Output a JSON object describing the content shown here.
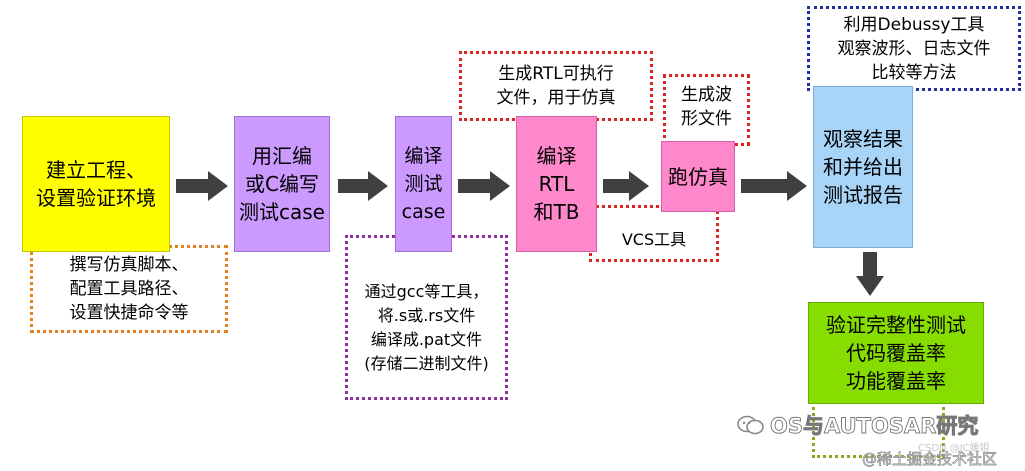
{
  "nodes": {
    "setup": {
      "lines": [
        "建立工程、",
        "设置验证环境"
      ],
      "color": "#ffff00"
    },
    "write_case": {
      "lines": [
        "用汇编",
        "或C编写",
        "测试case"
      ],
      "color": "#cc99ff"
    },
    "compile_case": {
      "lines": [
        "编译",
        "测试",
        "case"
      ],
      "color": "#cc99ff"
    },
    "compile_rtl": {
      "lines": [
        "编译",
        "RTL",
        "和TB"
      ],
      "color": "#ff88cc"
    },
    "run_sim": {
      "lines": [
        "跑仿真"
      ],
      "color": "#ff88cc"
    },
    "observe": {
      "lines": [
        "观察结果",
        "和并给出",
        "测试报告"
      ],
      "color": "#a8d4f8"
    },
    "coverage": {
      "lines": [
        "验证完整性测试",
        "代码覆盖率",
        "功能覆盖率"
      ],
      "color": "#88dd00"
    }
  },
  "notes": {
    "scripts": {
      "lines": [
        "撰写仿真脚本、",
        "配置工具路径、",
        "设置快捷命令等"
      ],
      "border": "#e08020"
    },
    "gcc": {
      "lines": [
        "通过gcc等工具，",
        "将.s或.rs文件",
        "编译成.pat文件",
        "(存储二进制文件)"
      ],
      "border": "#9030a0"
    },
    "rtl_exec": {
      "lines": [
        "生成RTL可执行",
        "文件，用于仿真"
      ],
      "border": "#dd2222"
    },
    "waveform": {
      "lines": [
        "生成波",
        "形文件"
      ],
      "border": "#dd2222"
    },
    "vcs": {
      "lines": [
        "VCS工具"
      ],
      "border": "#dd2222"
    },
    "debussy": {
      "lines": [
        "利用Debussy工具",
        "观察波形、日志文件",
        "比较等方法"
      ],
      "border": "#2030a0"
    },
    "coverage_note": {
      "lines": [
        ""
      ],
      "border": "#88aa22"
    }
  },
  "colors": {
    "arrow": "#404040"
  },
  "watermark": {
    "brand": "OS与AUTOSAR研究",
    "site": "@稀土掘金技术社区",
    "faint": "CSDN @IC媛姐"
  }
}
